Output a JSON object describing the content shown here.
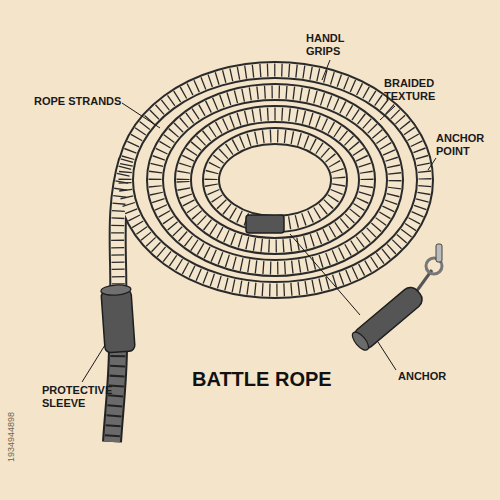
{
  "diagram": {
    "title": "BATTLE ROPE",
    "labels": [
      "HANDL GRIPS",
      "ROPE STRANDS",
      "BRAIDED TEXTURE",
      "ANCHOR POINT",
      "PROTECTIVE SLEEVE",
      "ANCHOR",
      "1934944898"
    ]
  }
}
